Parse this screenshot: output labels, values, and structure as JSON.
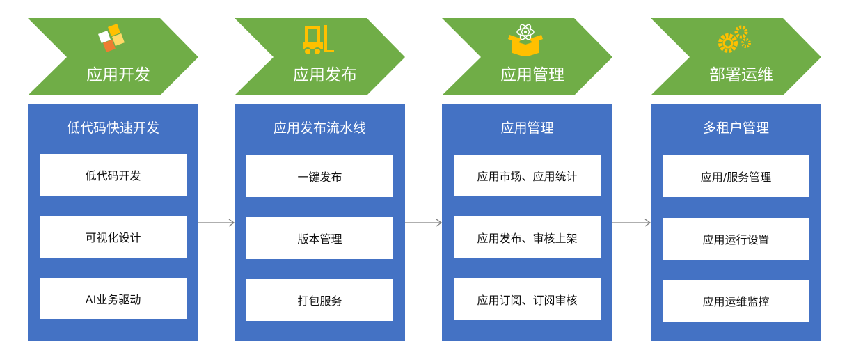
{
  "colors": {
    "stage": "#70AD47",
    "panel": "#4472C4",
    "icon": "#FFC000",
    "arrow": "#7F7F7F"
  },
  "columns": [
    {
      "stage": "应用开发",
      "icon": "puzzle-icon",
      "title": "低代码快速开发",
      "items": [
        "低代码开发",
        "可视化设计",
        "AI业务驱动"
      ]
    },
    {
      "stage": "应用发布",
      "icon": "forklift-icon",
      "title": "应用发布流水线",
      "items": [
        "一键发布",
        "版本管理",
        "打包服务"
      ]
    },
    {
      "stage": "应用管理",
      "icon": "box-atom-icon",
      "title": "应用管理",
      "items": [
        "应用市场、应用统计",
        "应用发布、审核上架",
        "应用订阅、订阅审核"
      ]
    },
    {
      "stage": "部署运维",
      "icon": "gears-icon",
      "title": "多租户管理",
      "items": [
        "应用/服务管理",
        "应用运行设置",
        "应用运维监控"
      ]
    }
  ]
}
